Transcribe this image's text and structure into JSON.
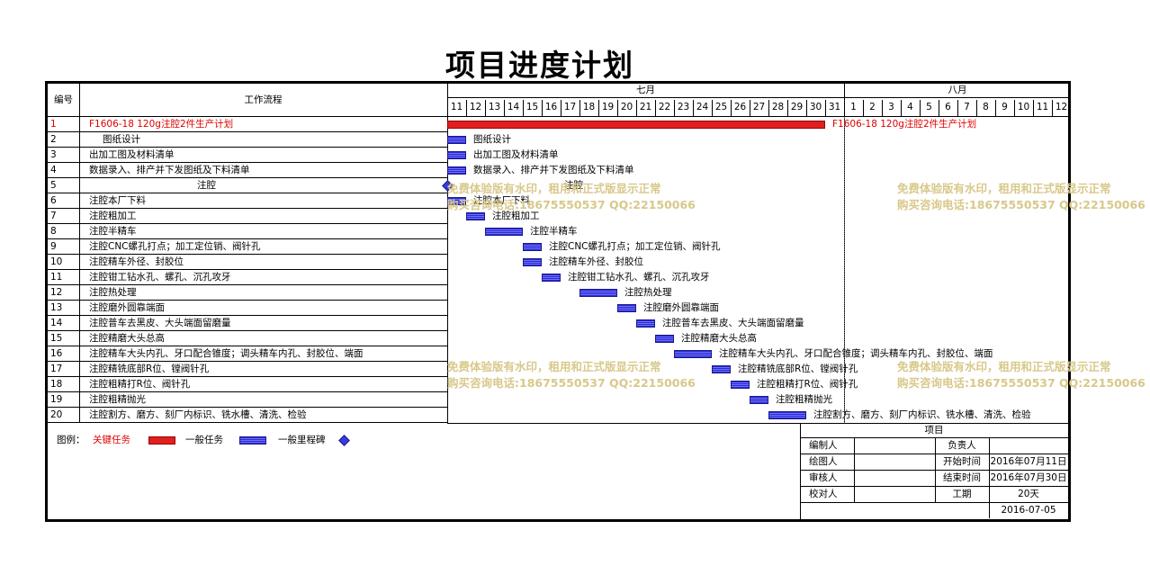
{
  "title": "项目进度计划",
  "header": {
    "col_no": "编号",
    "col_flow": "工作流程",
    "months": [
      {
        "label": "七月",
        "days": [
          "11",
          "12",
          "13",
          "14",
          "15",
          "16",
          "17",
          "18",
          "19",
          "20",
          "21",
          "22",
          "23",
          "24",
          "25",
          "26",
          "27",
          "28",
          "29",
          "30",
          "31"
        ]
      },
      {
        "label": "八月",
        "days": [
          "1",
          "2",
          "3",
          "4",
          "5",
          "6",
          "7",
          "8",
          "9",
          "10",
          "11",
          "12"
        ]
      }
    ]
  },
  "tasks": [
    {
      "no": "1",
      "name": "F1606-18 120g注腔2件生产计划",
      "kind": "crit",
      "start": 0,
      "len": 20,
      "label": "F1606-18 120g注腔2件生产计划",
      "red": true,
      "indent": 0
    },
    {
      "no": "2",
      "name": "图纸设计",
      "kind": "norm",
      "start": 0,
      "len": 1,
      "label": "图纸设计",
      "indent": 1
    },
    {
      "no": "3",
      "name": "出加工图及材料清单",
      "kind": "norm",
      "start": 0,
      "len": 1,
      "label": "出加工图及材料清单",
      "indent": 0
    },
    {
      "no": "4",
      "name": "数据录入、排产并下发图纸及下料清单",
      "kind": "norm",
      "start": 0,
      "len": 1,
      "label": "数据录入、排产并下发图纸及下料清单",
      "indent": 0
    },
    {
      "no": "5",
      "name": "注腔",
      "kind": "milestone",
      "start": 0,
      "len": 0,
      "label": "注腔",
      "indent": 2
    },
    {
      "no": "6",
      "name": "注腔本厂下料",
      "kind": "norm",
      "start": 0,
      "len": 1,
      "label": "注腔本厂下料",
      "indent": 0
    },
    {
      "no": "7",
      "name": "注腔粗加工",
      "kind": "norm",
      "start": 1,
      "len": 1,
      "label": "注腔粗加工",
      "indent": 0
    },
    {
      "no": "8",
      "name": "注腔半精车",
      "kind": "norm",
      "start": 2,
      "len": 2,
      "label": "注腔半精车",
      "indent": 0
    },
    {
      "no": "9",
      "name": "注腔CNC螺孔打点；加工定位销、阀针孔",
      "kind": "norm",
      "start": 4,
      "len": 1,
      "label": "注腔CNC螺孔打点；加工定位销、阀针孔",
      "indent": 0
    },
    {
      "no": "10",
      "name": "注腔精车外径、封胶位",
      "kind": "norm",
      "start": 4,
      "len": 1,
      "label": "注腔精车外径、封胶位",
      "indent": 0
    },
    {
      "no": "11",
      "name": "注腔钳工钻水孔、螺孔、沉孔攻牙",
      "kind": "norm",
      "start": 5,
      "len": 1,
      "label": "注腔钳工钻水孔、螺孔、沉孔攻牙",
      "indent": 0
    },
    {
      "no": "12",
      "name": "注腔热处理",
      "kind": "norm",
      "start": 7,
      "len": 2,
      "label": "注腔热处理",
      "indent": 0
    },
    {
      "no": "13",
      "name": "注腔磨外圆靠端面",
      "kind": "norm",
      "start": 9,
      "len": 1,
      "label": "注腔磨外圆靠端面",
      "indent": 0
    },
    {
      "no": "14",
      "name": "注腔普车去黑皮、大头端面留磨量",
      "kind": "norm",
      "start": 10,
      "len": 1,
      "label": "注腔普车去黑皮、大头端面留磨量",
      "indent": 0
    },
    {
      "no": "15",
      "name": "注腔精磨大头总高",
      "kind": "norm",
      "start": 11,
      "len": 1,
      "label": "注腔精磨大头总高",
      "indent": 0
    },
    {
      "no": "16",
      "name": "注腔精车大头内孔、牙口配合锥度；调头精车内孔、封胶位、端面",
      "kind": "norm",
      "start": 12,
      "len": 2,
      "label": "注腔精车大头内孔、牙口配合锥度；调头精车内孔、封胶位、端面",
      "indent": 0
    },
    {
      "no": "17",
      "name": "注腔精铣底部R位、镗阀针孔",
      "kind": "norm",
      "start": 14,
      "len": 1,
      "label": "注腔精铣底部R位、镗阀针孔",
      "indent": 0
    },
    {
      "no": "18",
      "name": "注腔粗精打R位、阀针孔",
      "kind": "norm",
      "start": 15,
      "len": 1,
      "label": "注腔粗精打R位、阀针孔",
      "indent": 0
    },
    {
      "no": "19",
      "name": "注腔粗精抛光",
      "kind": "norm",
      "start": 16,
      "len": 1,
      "label": "注腔粗精抛光",
      "indent": 0
    },
    {
      "no": "20",
      "name": "注腔割方、磨方、刻厂内标识、铣水槽、清洗、检验",
      "kind": "norm",
      "start": 17,
      "len": 2,
      "label": "注腔割方、磨方、刻厂内标识、铣水槽、清洗、检验",
      "indent": 0
    }
  ],
  "legend": {
    "title": "图例：",
    "critical": "关键任务",
    "normal": "一般任务",
    "milestone": "一般里程碑"
  },
  "info": {
    "heading": "项目",
    "editor_label": "编制人",
    "owner_label": "负责人",
    "drawer_label": "绘图人",
    "start_label": "开始时间",
    "start_value": "2016年07月11日",
    "reviewer_label": "审核人",
    "end_label": "结束时间",
    "end_value": "2016年07月30日",
    "checker_label": "校对人",
    "duration_label": "工期",
    "duration_value": "20天",
    "date": "2016-07-05"
  },
  "watermark": {
    "line1": "免费体验版有水印，租用和正式版显示正常",
    "line2": "购买咨询电话:18675550537 QQ:22150066"
  },
  "colors": {
    "critical": "#e02020",
    "normal": "#3a3ae0",
    "red_text": "#e00000",
    "watermark": "#d8c88a"
  }
}
